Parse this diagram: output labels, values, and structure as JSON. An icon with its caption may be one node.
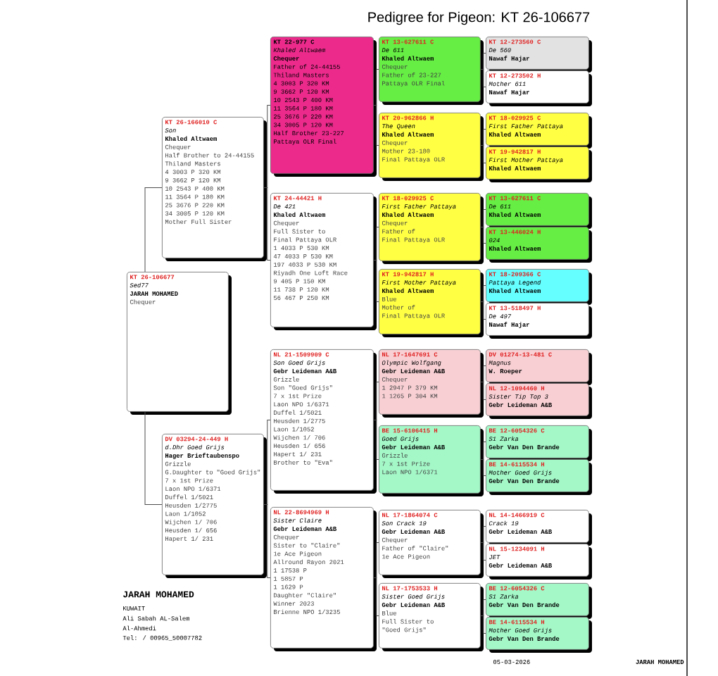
{
  "diagram": {
    "title": "Pedigree for Pigeon: KT 26-106677",
    "nodes": [
      {
        "text": [
          "KT 26-106677",
          "Sed77",
          "JARAH MOHAMED",
          "Chequer"
        ]
      },
      {
        "text": [
          "KT 26-166010 C",
          "Son",
          "Khaled Altwaem",
          "Chequer",
          "Half Brother to 24-44155",
          "Thiland Masters",
          "4 3003 P 320 KM",
          "9 3662 P 120 KM",
          "10 2543 P 400 KM",
          "11 3564 P 180 KM",
          "25 3676 P 220 KM",
          "34 3005 P 120 KM",
          "Mother Full Sister"
        ]
      },
      {
        "text": [
          "DV 03294-24-449 H",
          "d.Dhr Goed Grijs",
          "Hager Brieftaubenspo",
          "Grizzle",
          "G.Daughter to \"Goed Grijs\"",
          "7 x 1st Prize",
          "Laon NPO 1/6371",
          "Duffel 1/5021",
          "Heusden 1/2775",
          "Laon 1/1052",
          "Wijchen 1/ 706",
          "Heusden 1/ 656",
          "Hapert 1/ 231"
        ]
      },
      {
        "text": [
          "KT 22-977 C",
          "Khaled Altwaem",
          "Chequer",
          "Father of 24-44155",
          "Thiland Masters",
          "4 3003 P 320 KM",
          "9 3662 P 120 KM",
          "10 2543 P 400 KM",
          "11 3564 P 180 KM",
          "25 3676 P 220 KM",
          "34 3005 P 120 KM",
          "Half Brother 23-227",
          "Pattaya OLR Final"
        ]
      },
      {
        "text": [
          "KT 24-44421 H",
          "De 421",
          "Khaled Altwaem",
          "Chequer",
          "Full Sister to",
          "Final Pattaya OLR",
          "1 4033 P 530 KM",
          "47 4033 P 530 KM",
          "197 4033 P 530 KM",
          "Riyadh One Loft Race",
          "9 405 P 150 KM",
          "11 738 P 120 KM",
          "56 467 P 250 KM"
        ]
      },
      {
        "text": [
          "NL 21-1509909 C",
          "Son Goed Grijs",
          "Gebr Leideman A&B",
          "Grizzle",
          "Son \"Goed Grijs\"",
          "7 x 1st Prize",
          "Laon NPO 1/6371",
          "Duffel 1/5021",
          "Heusden 1/2775",
          "Laon 1/1052",
          "Wijchen 1/ 706",
          "Heusden 1/ 656",
          "Hapert 1/ 231",
          "Brother to \"Eva\""
        ]
      },
      {
        "text": [
          "NL 22-8694969 H",
          "Sister Claire",
          "Gebr Leideman A&B",
          "Chequer",
          "Sister to \"Claire\"",
          "1e Ace Pigeon",
          "Allround Rayon 2021",
          "1 17538 P",
          "1 5857 P",
          "1 1629 P",
          "Daughter \"Claire\"",
          "Winner 2023",
          "Brienne NPO 1/3235"
        ]
      },
      {
        "text": [
          "KT 13-627611 C",
          "De 611",
          "Khaled Altwaem",
          "Chequer",
          "Father of 23-227",
          "Pattaya OLR Final"
        ]
      },
      {
        "text": [
          "KT 20-962866 H",
          "The Queen",
          "Khaled Altwaem",
          "Chequer",
          "Mother 23-180",
          "Final Pattaya OLR"
        ]
      },
      {
        "text": [
          "KT 18-029925 C",
          "First Father Pattaya",
          "Khaled Altwaem",
          "Chequer",
          "Father of",
          "Final Pattaya OLR"
        ]
      },
      {
        "text": [
          "KT 19-942817 H",
          "First Mother Pattaya",
          "Khaled Altwaem",
          "Blue",
          "Mother of",
          "Final Pattaya OLR"
        ]
      },
      {
        "text": [
          "NL 17-1647691 C",
          "Olympic Wolfgang",
          "Gebr Leideman A&B",
          "Chequer",
          "1 2947 P 379 KM",
          "1 1265 P 304 KM"
        ]
      },
      {
        "text": [
          "BE 15-6106415 H",
          "Goed Grijs",
          "Gebr Leideman A&B",
          "Grizzle",
          "7 x 1st Prize",
          "Laon NPO 1/6371"
        ]
      },
      {
        "text": [
          "NL 17-1864074 C",
          "Son Crack 19",
          "Gebr Leideman A&B",
          "Chequer",
          "Father of \"Claire\"",
          "1e Ace Pigeon"
        ]
      },
      {
        "text": [
          "NL 17-1753533 H",
          "Sister Goed Grijs",
          "Gebr Leideman A&B",
          "Blue",
          "Full Sister to",
          "\"Goed Grijs\""
        ]
      },
      {
        "text": [
          "KT 12-273560 C",
          "De 560",
          "Nawaf Hajar"
        ]
      },
      {
        "text": [
          "KT 12-273502 H",
          "Mother 611",
          "Nawaf Hajar"
        ]
      },
      {
        "text": [
          "KT 18-029925 C",
          "First Father Pattaya",
          "Khaled Altwaem"
        ]
      },
      {
        "text": [
          "KT 19-942817 H",
          "First Mother Pattaya",
          "Khaled Altwaem"
        ]
      },
      {
        "text": [
          "KT 13-627611 C",
          "De 611",
          "Khaled Altwaem"
        ]
      },
      {
        "text": [
          "KT 13-446024 H",
          "024",
          "Khaled Altwaem"
        ]
      },
      {
        "text": [
          "KT 18-209366 C",
          "Pattaya Legend",
          "Khaled Altwaem"
        ]
      },
      {
        "text": [
          "KT 13-518497 H",
          "De 497",
          "Nawaf Hajar"
        ]
      },
      {
        "text": [
          "DV 01274-13-481 C",
          "Magnus",
          "W. Roeper"
        ]
      },
      {
        "text": [
          "NL 12-1094460 H",
          "Sister Tip Top 3",
          "Gebr Leideman A&B"
        ]
      },
      {
        "text": [
          "BE 12-6054326 C",
          "S1 Zarka",
          "Gebr Van Den Brande"
        ]
      },
      {
        "text": [
          "BE 14-6115534 H",
          "Mother Goed Grijs",
          "Gebr Van Den Brande"
        ]
      },
      {
        "text": [
          "NL 14-1466919 C",
          "Crack 19",
          "Gebr Leideman A&B"
        ]
      },
      {
        "text": [
          "NL 15-1234091 H",
          "JET",
          "Gebr Leideman A&B"
        ]
      },
      {
        "text": [
          "BE 12-6054326 C",
          "S1 Zarka",
          "Gebr Van Den Brande"
        ]
      },
      {
        "text": [
          "BE 14-6115534 H",
          "Mother Goed Grijs",
          "Gebr Van Den Brande"
        ]
      }
    ],
    "edges": [
      {
        "from": 0,
        "to": 1,
        "arrow": "none"
      },
      {
        "from": 0,
        "to": 2,
        "arrow": "none"
      },
      {
        "from": 1,
        "to": 3,
        "arrow": "none"
      },
      {
        "from": 1,
        "to": 4,
        "arrow": "none"
      },
      {
        "from": 2,
        "to": 5,
        "arrow": "none"
      },
      {
        "from": 2,
        "to": 6,
        "arrow": "none"
      },
      {
        "from": 3,
        "to": 7,
        "arrow": "none"
      },
      {
        "from": 3,
        "to": 8,
        "arrow": "none"
      },
      {
        "from": 4,
        "to": 9,
        "arrow": "none"
      },
      {
        "from": 4,
        "to": 10,
        "arrow": "none"
      },
      {
        "from": 5,
        "to": 11,
        "arrow": "none"
      },
      {
        "from": 5,
        "to": 12,
        "arrow": "none"
      },
      {
        "from": 6,
        "to": 13,
        "arrow": "none"
      },
      {
        "from": 6,
        "to": 14,
        "arrow": "none"
      },
      {
        "from": 7,
        "to": 15,
        "arrow": "none"
      },
      {
        "from": 7,
        "to": 16,
        "arrow": "none"
      },
      {
        "from": 8,
        "to": 17,
        "arrow": "none"
      },
      {
        "from": 8,
        "to": 18,
        "arrow": "none"
      },
      {
        "from": 9,
        "to": 19,
        "arrow": "none"
      },
      {
        "from": 9,
        "to": 20,
        "arrow": "none"
      },
      {
        "from": 10,
        "to": 21,
        "arrow": "none"
      },
      {
        "from": 10,
        "to": 22,
        "arrow": "none"
      },
      {
        "from": 11,
        "to": 23,
        "arrow": "none"
      },
      {
        "from": 11,
        "to": 24,
        "arrow": "none"
      },
      {
        "from": 12,
        "to": 25,
        "arrow": "none"
      },
      {
        "from": 12,
        "to": 26,
        "arrow": "none"
      },
      {
        "from": 13,
        "to": 27,
        "arrow": "none"
      },
      {
        "from": 13,
        "to": 28,
        "arrow": "none"
      },
      {
        "from": 14,
        "to": 29,
        "arrow": "none"
      },
      {
        "from": 14,
        "to": 30,
        "arrow": "none"
      }
    ],
    "labels": [
      "JARAH MOHAMED",
      "KUWAIT",
      "Ali Sabah AL-Salem",
      "Al-Ahmedi",
      "Tel: / 00965_50007782",
      "05-03-2026",
      "JARAH MOHAMED"
    ]
  }
}
